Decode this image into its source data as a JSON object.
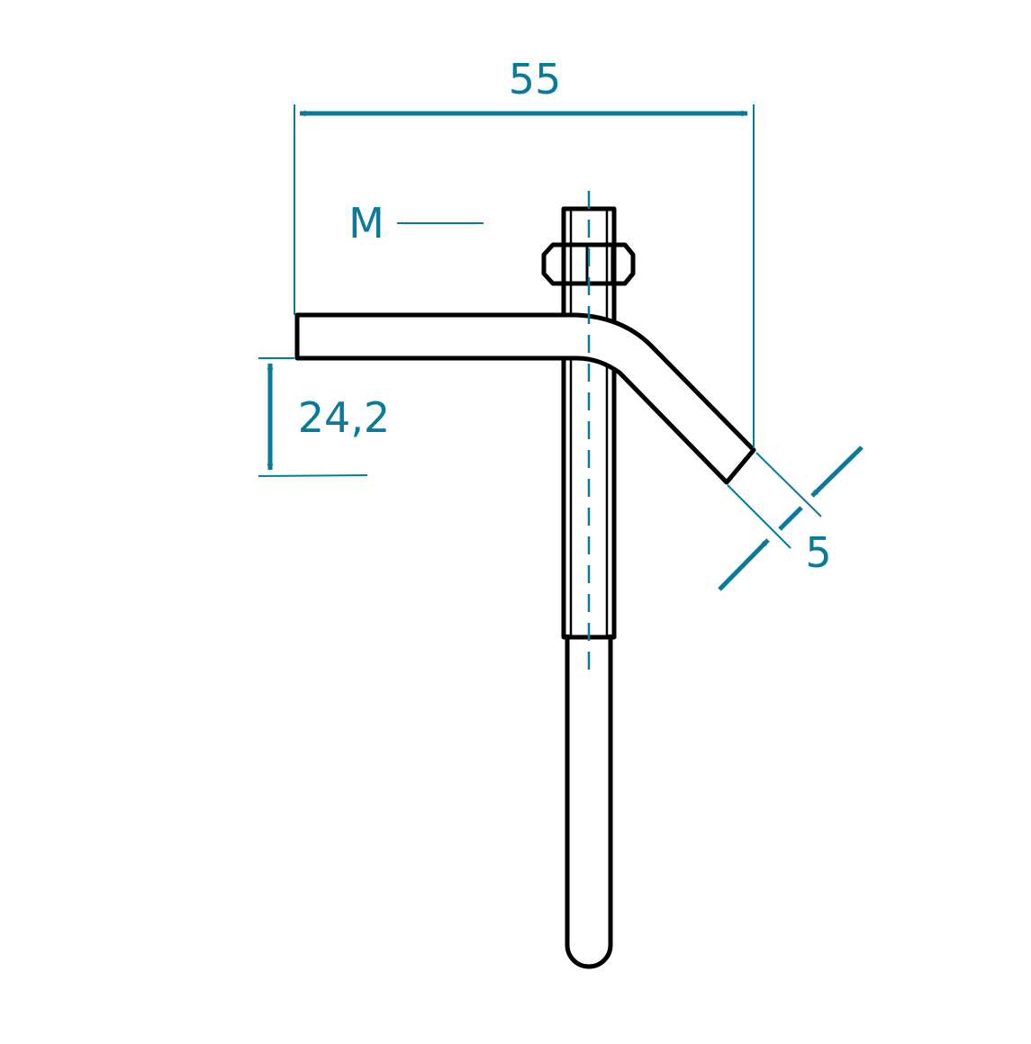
{
  "colors": {
    "outline": "#000000",
    "dimension": "#0a7a9a",
    "background": "#ffffff"
  },
  "dimensions": {
    "width": "55",
    "height": "24,2",
    "thickness": "5"
  },
  "labels": {
    "thread": "M"
  }
}
